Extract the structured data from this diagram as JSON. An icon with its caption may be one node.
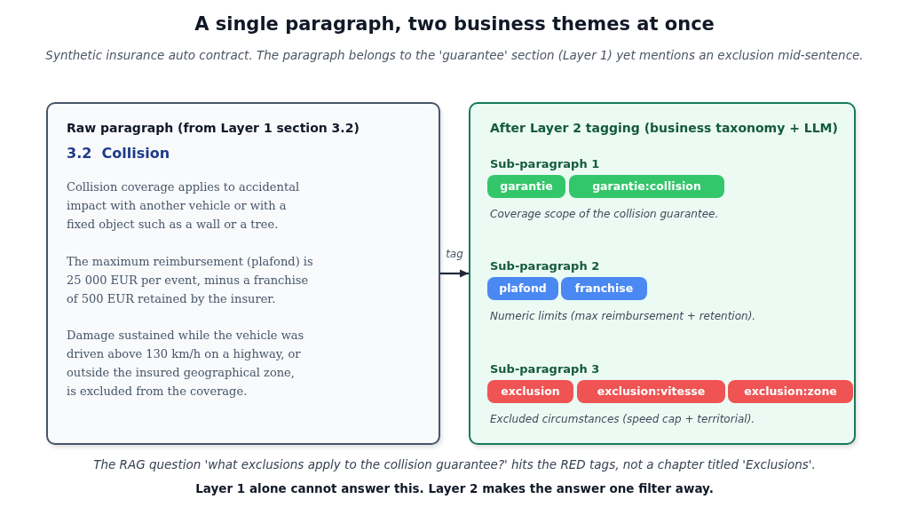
{
  "diagram": {
    "title": "A single paragraph, two business themes at once",
    "nodes": [
      {
        "text": [
          "Raw paragraph (from Layer 1 section 3.2)",
          "3.2  Collision",
          "Collision coverage applies to accidental impact with another vehicle or with a fixed object such as a wall or a tree.",
          "The maximum reimbursement (plafond) is 25 000 EUR per event, minus a franchise of 500 EUR retained by the insurer.",
          "Damage sustained while the vehicle was driven above 130 km/h on a highway, or outside the insured geographical zone, is excluded from the coverage."
        ]
      },
      {
        "text": [
          "After Layer 2 tagging (business taxonomy + LLM)"
        ]
      },
      {
        "text": [
          "garantie"
        ],
        "in": 1
      },
      {
        "text": [
          "garantie:collision"
        ],
        "in": 1
      },
      {
        "text": [
          "plafond"
        ],
        "in": 1
      },
      {
        "text": [
          "franchise"
        ],
        "in": 1
      },
      {
        "text": [
          "exclusion"
        ],
        "in": 1
      },
      {
        "text": [
          "exclusion:vitesse"
        ],
        "in": 1
      },
      {
        "text": [
          "exclusion:zone"
        ],
        "in": 1
      }
    ],
    "edges": [
      {
        "from": 0,
        "to": 1,
        "arrow": "to",
        "label": "tag"
      }
    ],
    "labels": [
      "Synthetic insurance auto contract. The paragraph belongs to the 'guarantee' section (Layer 1) yet mentions an exclusion mid-sentence.",
      "Sub-paragraph 1",
      "Coverage scope of the collision guarantee.",
      "Sub-paragraph 2",
      "Numeric limits (max reimbursement + retention).",
      "Sub-paragraph 3",
      "Excluded circumstances (speed cap + territorial).",
      "The RAG question 'what exclusions apply to the collision guarantee?' hits the RED tags, not a chapter titled 'Exclusions'.",
      "Layer 1 alone cannot answer this. Layer 2 makes the answer one filter away."
    ]
  }
}
